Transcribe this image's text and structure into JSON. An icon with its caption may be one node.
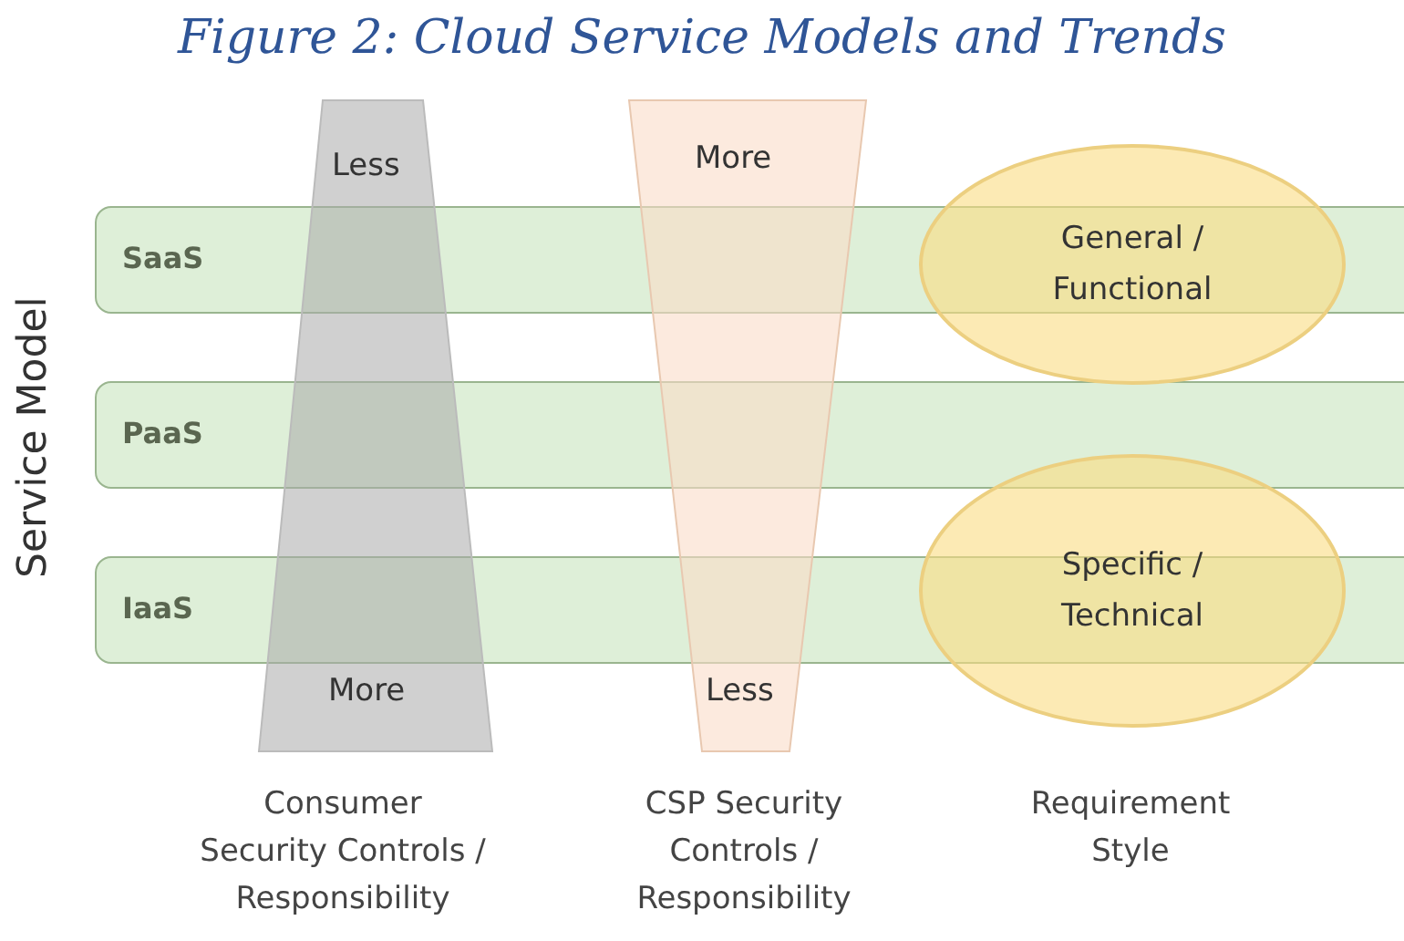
{
  "diagram": {
    "title": "Figure 2: Cloud Service Models and Trends",
    "nodes": [
      {
        "text": [
          "SaaS"
        ]
      },
      {
        "text": [
          "PaaS"
        ]
      },
      {
        "text": [
          "IaaS"
        ]
      },
      {
        "text": [
          "Less",
          "More"
        ],
        "beside": [
          "Consumer Security Controls / Responsibility"
        ]
      },
      {
        "text": [
          "More",
          "Less"
        ],
        "beside": [
          "CSP Security Controls / Responsibility"
        ]
      },
      {
        "text": [
          "General / Functional"
        ]
      },
      {
        "text": [
          "Specific / Technical"
        ]
      }
    ],
    "edges": [],
    "labels": [
      "Service Model",
      "Requirement Style"
    ]
  }
}
